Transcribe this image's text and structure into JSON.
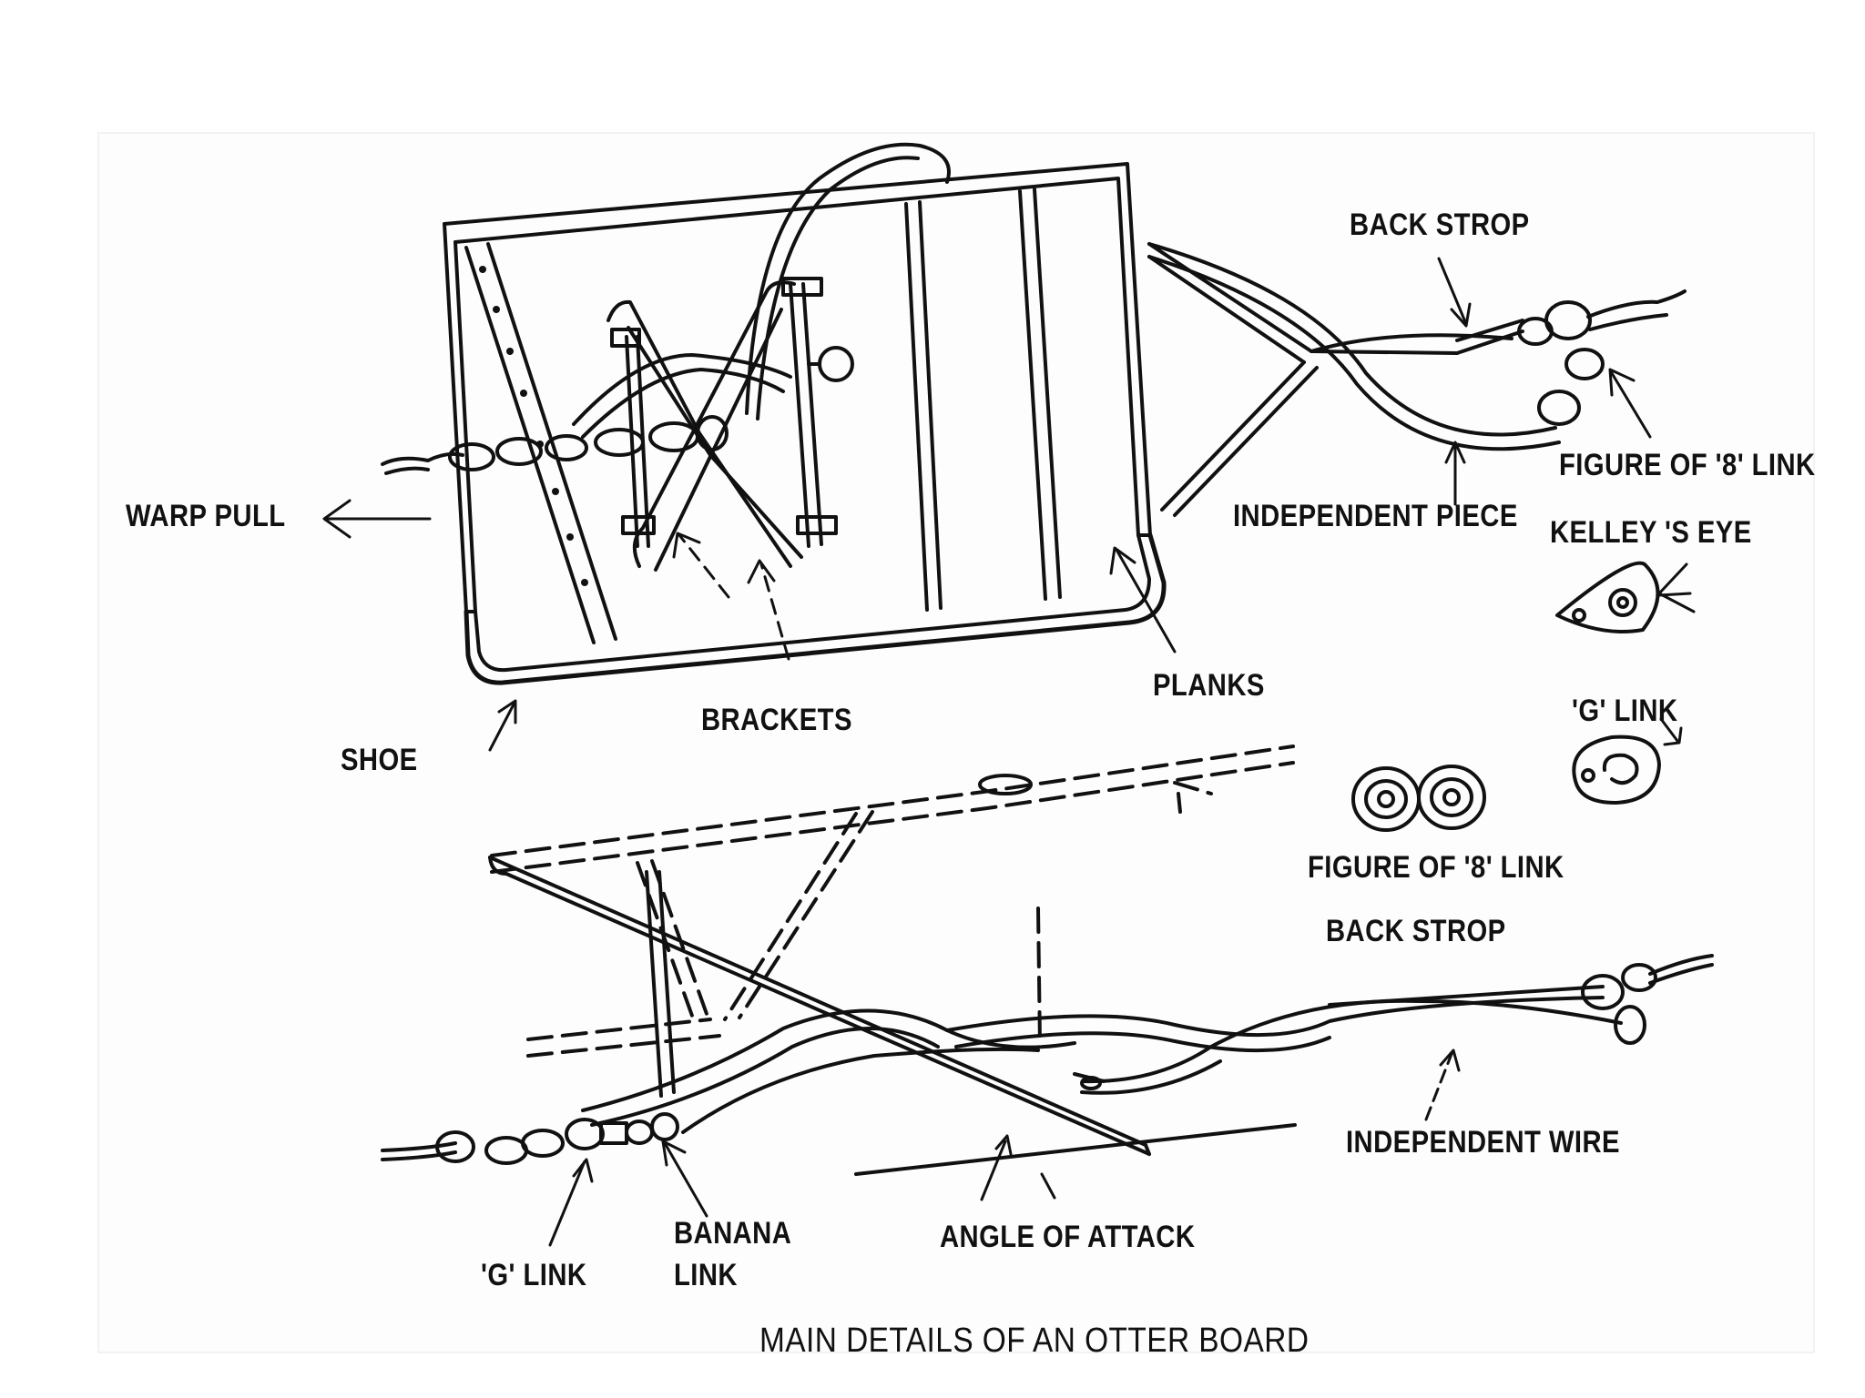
{
  "caption": "MAIN DETAILS OF AN OTTER BOARD",
  "labels": {
    "warp_pull": "WARP PULL",
    "back_strop_top": "BACK STROP",
    "figure8_link_top": "FIGURE OF '8' LINK",
    "independent_piece": "INDEPENDENT PIECE",
    "kelleys_eye": "KELLEY 'S EYE",
    "planks": "PLANKS",
    "brackets": "BRACKETS",
    "shoe": "SHOE",
    "g_link_right": "'G' LINK",
    "figure8_link_mid": "FIGURE OF '8' LINK",
    "back_strop_bottom": "BACK STROP",
    "independent_wire": "INDEPENDENT WIRE",
    "angle_of_attack": "ANGLE OF ATTACK",
    "banana_link_line1": "BANANA",
    "banana_link_line2": "LINK",
    "g_link_bottom": "'G' LINK"
  },
  "colors": {
    "ink": "#111111",
    "paper": "#ffffff",
    "panel": "#fdfdfd"
  }
}
